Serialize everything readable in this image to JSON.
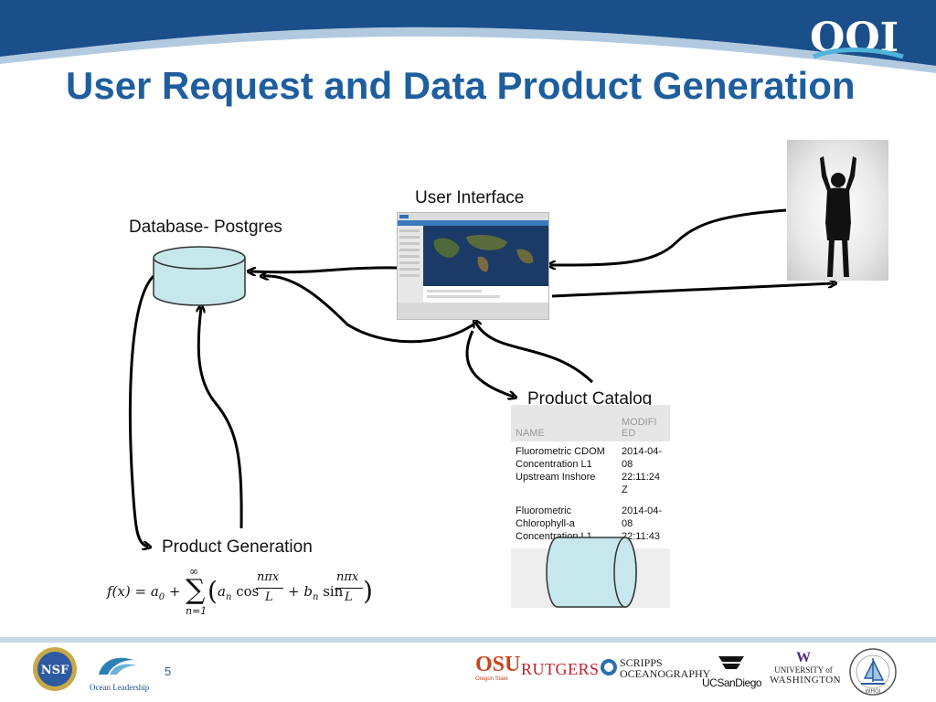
{
  "slide": {
    "title": "User Request and Data Product Generation",
    "page_number": "5",
    "brand_logo": "OOI"
  },
  "labels": {
    "user_interface": "User Interface",
    "database": "Database- Postgres",
    "product_catalog": "Product Catalog",
    "product_generation": "Product Generation"
  },
  "catalog": {
    "headers": [
      "NAME",
      "MODIFI ED"
    ],
    "rows": [
      {
        "name": "Fluorometric CDOM Concentration L1 Upstream Inshore",
        "modified": "2014-04-08 22:11:24 Z"
      },
      {
        "name": "Fluorometric Chlorophyll-a Concentration L1",
        "modified": "2014-04-08 22:11:43"
      }
    ]
  },
  "formula": {
    "lhs": "f(x) = a",
    "sub0": "0",
    "sum_top": "∞",
    "sum_bottom": "n=1",
    "term1": "a",
    "sub_n": "n",
    "cos": "cos",
    "frac_num": "nπx",
    "frac_den": "L",
    "term2": "b",
    "sin": "sin"
  },
  "footer_logos": {
    "nsf": "NSF",
    "ocean_leadership": "Ocean Leadership",
    "osu": "OSU",
    "osu_sub": "Oregon State",
    "rutgers": "RUTGERS",
    "scripps": "SCRIPPS",
    "scripps_sub": "OCEANOGRAPHY",
    "ucsd": "UCSanDiego",
    "uw_w": "W",
    "uw_line1": "UNIVERSITY of",
    "uw_line2": "WASHINGTON",
    "whoi": "WHOI"
  },
  "colors": {
    "title": "#1f5e9e",
    "cylinder_fill": "#c6e7ec",
    "header_dark": "#1b4f8a",
    "footer_line": "#c9d9e6"
  }
}
